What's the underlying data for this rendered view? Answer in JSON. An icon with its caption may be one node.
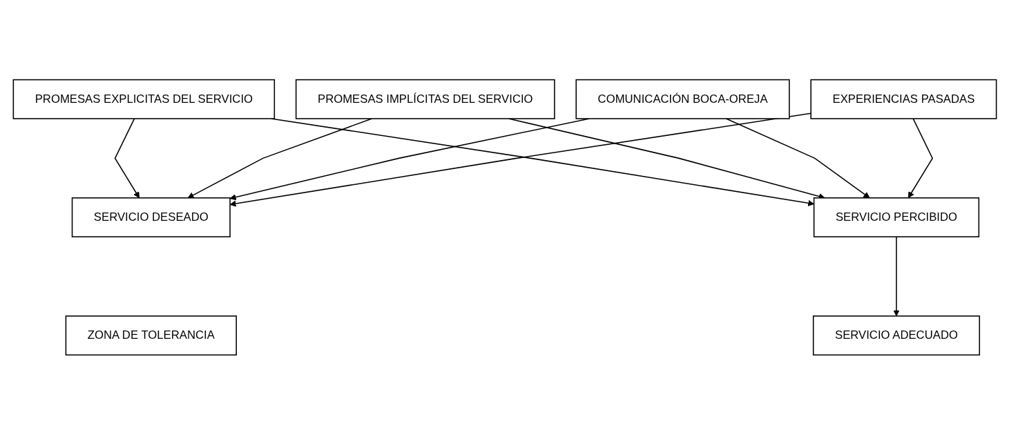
{
  "diagram": {
    "nodes": [
      {
        "text": [
          "SERVICIO DESEADO"
        ]
      },
      {
        "text": [
          "ZONA DE TOLERANCIA"
        ]
      },
      {
        "text": [
          "SERVICIO ADECUADO"
        ]
      },
      {
        "text": [
          "SERVICIO PERCIBIDO"
        ]
      },
      {
        "text": [
          "PROMESAS EXPLICITAS DEL SERVICIO"
        ]
      },
      {
        "text": [
          "PROMESAS IMPLÍCITAS DEL SERVICIO"
        ]
      },
      {
        "text": [
          "COMUNICACIÓN BOCA-OREJA"
        ]
      },
      {
        "text": [
          "EXPERIENCIAS PASADAS"
        ]
      }
    ],
    "edges": [
      {
        "from": 4,
        "to": 0,
        "arrow": "to"
      },
      {
        "from": 5,
        "to": 0,
        "arrow": "to"
      },
      {
        "from": 6,
        "to": 0,
        "arrow": "to"
      },
      {
        "from": 7,
        "to": 0,
        "arrow": "to"
      },
      {
        "from": 4,
        "to": 3,
        "arrow": "to"
      },
      {
        "from": 5,
        "to": 3,
        "arrow": "to"
      },
      {
        "from": 6,
        "to": 3,
        "arrow": "to"
      },
      {
        "from": 7,
        "to": 3,
        "arrow": "to"
      },
      {
        "from": 3,
        "to": 2,
        "arrow": "to"
      }
    ]
  }
}
